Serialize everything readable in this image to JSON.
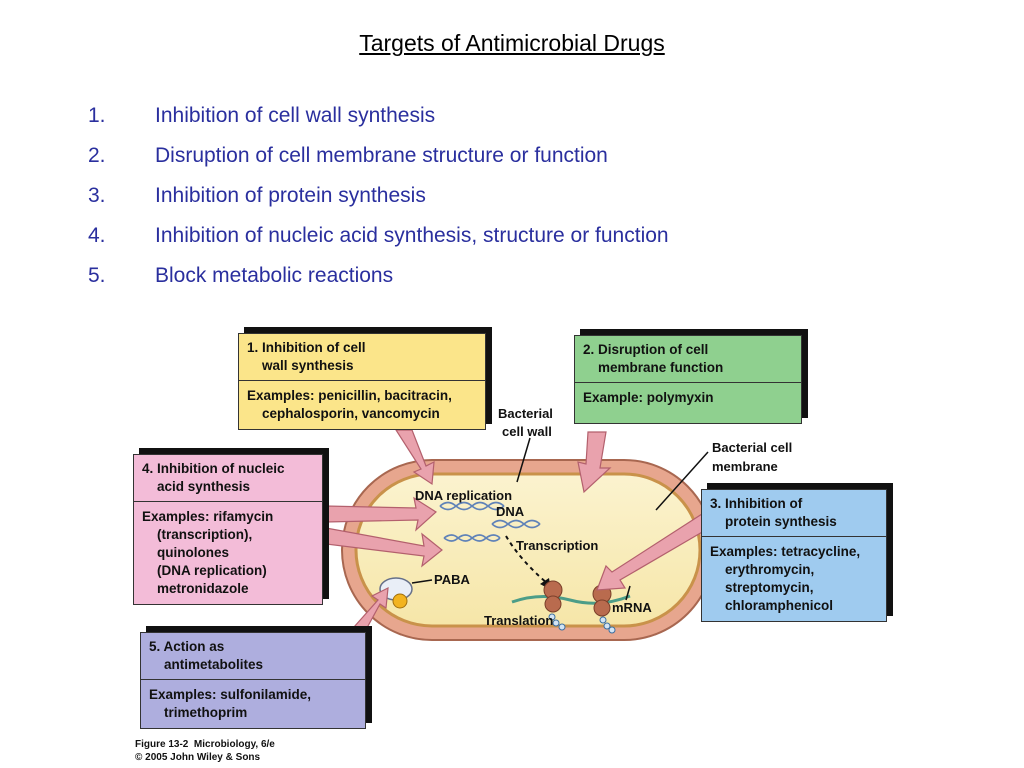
{
  "title": "Targets of Antimicrobial Drugs",
  "targets": [
    {
      "num": "1.",
      "text": "Inhibition of cell wall synthesis"
    },
    {
      "num": "2.",
      "text": "Disruption of cell membrane structure or function"
    },
    {
      "num": "3.",
      "text": "Inhibition of protein synthesis"
    },
    {
      "num": "4.",
      "text": "Inhibition of nucleic acid synthesis, structure or function"
    },
    {
      "num": "5.",
      "text": "Block metabolic reactions"
    }
  ],
  "diagram": {
    "boxes": {
      "cell_wall": {
        "heading": "1. Inhibition of cell\n    wall synthesis",
        "examples": "Examples: penicillin, bacitracin,\n    cephalosporin, vancomycin",
        "color": "#fbe58a"
      },
      "membrane": {
        "heading": "2. Disruption of cell\n    membrane function",
        "examples": "Example: polymyxin",
        "color": "#8fd08f"
      },
      "protein": {
        "heading": "3. Inhibition of\n    protein synthesis",
        "examples": "Examples: tetracycline,\n    erythromycin,\n    streptomycin,\n    chloramphenicol",
        "color": "#9fcbef"
      },
      "nucleic": {
        "heading": "4. Inhibition of nucleic\n    acid synthesis",
        "examples": "Examples: rifamycin\n    (transcription),\n    quinolones\n    (DNA replication)\n    metronidazole",
        "color": "#f3bcd8"
      },
      "antimetab": {
        "heading": "5. Action as\n    antimetabolites",
        "examples": "Examples: sulfonilamide,\n    trimethoprim",
        "color": "#aeaede"
      }
    },
    "labels": {
      "bacterial_cell_wall_1": "Bacterial",
      "bacterial_cell_wall_2": "cell wall",
      "bacterial_membrane_1": "Bacterial cell",
      "bacterial_membrane_2": "membrane",
      "dna_replication": "DNA replication",
      "dna": "DNA",
      "transcription": "Transcription",
      "paba": "PABA",
      "mrna": "mRNA",
      "translation": "Translation"
    },
    "credit": "Figure 13-2  Microbiology, 6/e\n© 2005 John Wiley & Sons"
  }
}
